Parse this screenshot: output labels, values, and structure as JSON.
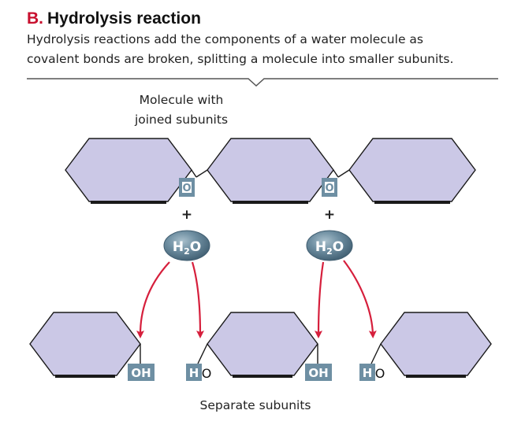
{
  "header": {
    "letter": "B.",
    "title": "Hydrolysis reaction",
    "caption_line1": "Hydrolysis reactions add the components of a water molecule as",
    "caption_line2": "covalent bonds are broken, splitting a molecule into smaller subunits."
  },
  "top_label": {
    "line1": "Molecule with",
    "line2": "joined subunits"
  },
  "bottom_label": "Separate subunits",
  "plus_sign": "+",
  "water": {
    "main": "H",
    "subscript": "2",
    "tail": "O"
  },
  "linker_atom": "O",
  "hydroxyl": "OH",
  "hydrogen": "H",
  "oxygen": "O",
  "colors": {
    "accent_red": "#c8102e",
    "hexagon_fill": "#cbc8e6",
    "hexagon_outline": "#1a1a1a",
    "bond_box": "#6e8fa3",
    "water_bubble": "#5f7f93",
    "arrow": "#d61f3c",
    "text": "#222222",
    "rule": "#555555"
  }
}
